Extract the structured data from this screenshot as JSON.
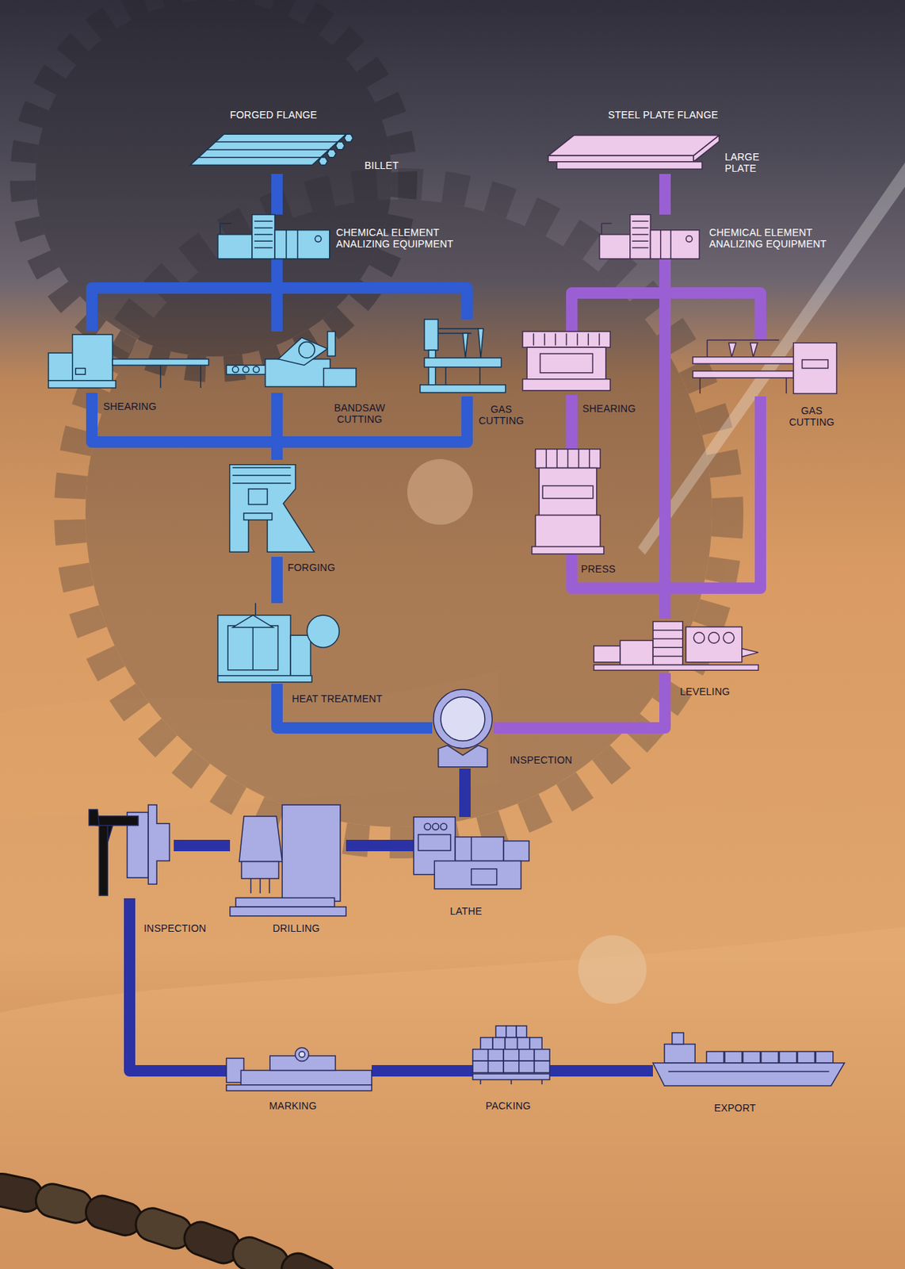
{
  "diagram": {
    "nodes": [
      {
        "text": [
          "BILLET"
        ]
      },
      {
        "text": [
          "CHEMICAL ELEMENT ANALIZING EQUIPMENT"
        ]
      },
      {
        "text": [
          "SHEARING"
        ]
      },
      {
        "text": [
          "BANDSAW CUTTING"
        ]
      },
      {
        "text": [
          "GAS CUTTING"
        ]
      },
      {
        "text": [
          "FORGING"
        ]
      },
      {
        "text": [
          "HEAT TREATMENT"
        ]
      },
      {
        "text": [
          "LARGE PLATE"
        ]
      },
      {
        "text": [
          "CHEMICAL ELEMENT ANALIZING EQUIPMENT"
        ]
      },
      {
        "text": [
          "SHEARING"
        ]
      },
      {
        "text": [
          "GAS CUTTING"
        ]
      },
      {
        "text": [
          "PRESS"
        ]
      },
      {
        "text": [
          "LEVELING"
        ]
      },
      {
        "text": [
          "INSPECTION"
        ]
      },
      {
        "text": [
          "LATHE"
        ]
      },
      {
        "text": [
          "DRILLING"
        ]
      },
      {
        "text": [
          "INSPECTION"
        ]
      },
      {
        "text": [
          "MARKING"
        ]
      },
      {
        "text": [
          "PACKING"
        ]
      },
      {
        "text": [
          "EXPORT"
        ]
      }
    ],
    "edges": [
      {
        "from": 0,
        "to": 1,
        "arrow": "none"
      },
      {
        "from": 1,
        "to": 2,
        "arrow": "none"
      },
      {
        "from": 1,
        "to": 3,
        "arrow": "none"
      },
      {
        "from": 1,
        "to": 4,
        "arrow": "none"
      },
      {
        "from": 2,
        "to": 5,
        "arrow": "none"
      },
      {
        "from": 3,
        "to": 5,
        "arrow": "none"
      },
      {
        "from": 4,
        "to": 5,
        "arrow": "none"
      },
      {
        "from": 5,
        "to": 6,
        "arrow": "none"
      },
      {
        "from": 6,
        "to": 13,
        "arrow": "none"
      },
      {
        "from": 7,
        "to": 8,
        "arrow": "none"
      },
      {
        "from": 8,
        "to": 9,
        "arrow": "none"
      },
      {
        "from": 8,
        "to": 10,
        "arrow": "none"
      },
      {
        "from": 8,
        "to": 12,
        "arrow": "none"
      },
      {
        "from": 9,
        "to": 11,
        "arrow": "none"
      },
      {
        "from": 11,
        "to": 12,
        "arrow": "none"
      },
      {
        "from": 10,
        "to": 12,
        "arrow": "none"
      },
      {
        "from": 12,
        "to": 13,
        "arrow": "none"
      },
      {
        "from": 13,
        "to": 14,
        "arrow": "none"
      },
      {
        "from": 14,
        "to": 15,
        "arrow": "none"
      },
      {
        "from": 15,
        "to": 16,
        "arrow": "none"
      },
      {
        "from": 16,
        "to": 17,
        "arrow": "none"
      },
      {
        "from": 17,
        "to": 18,
        "arrow": "none"
      },
      {
        "from": 18,
        "to": 19,
        "arrow": "none"
      }
    ],
    "labels": [
      "FORGED FLANGE",
      "STEEL PLATE FLANGE"
    ]
  }
}
